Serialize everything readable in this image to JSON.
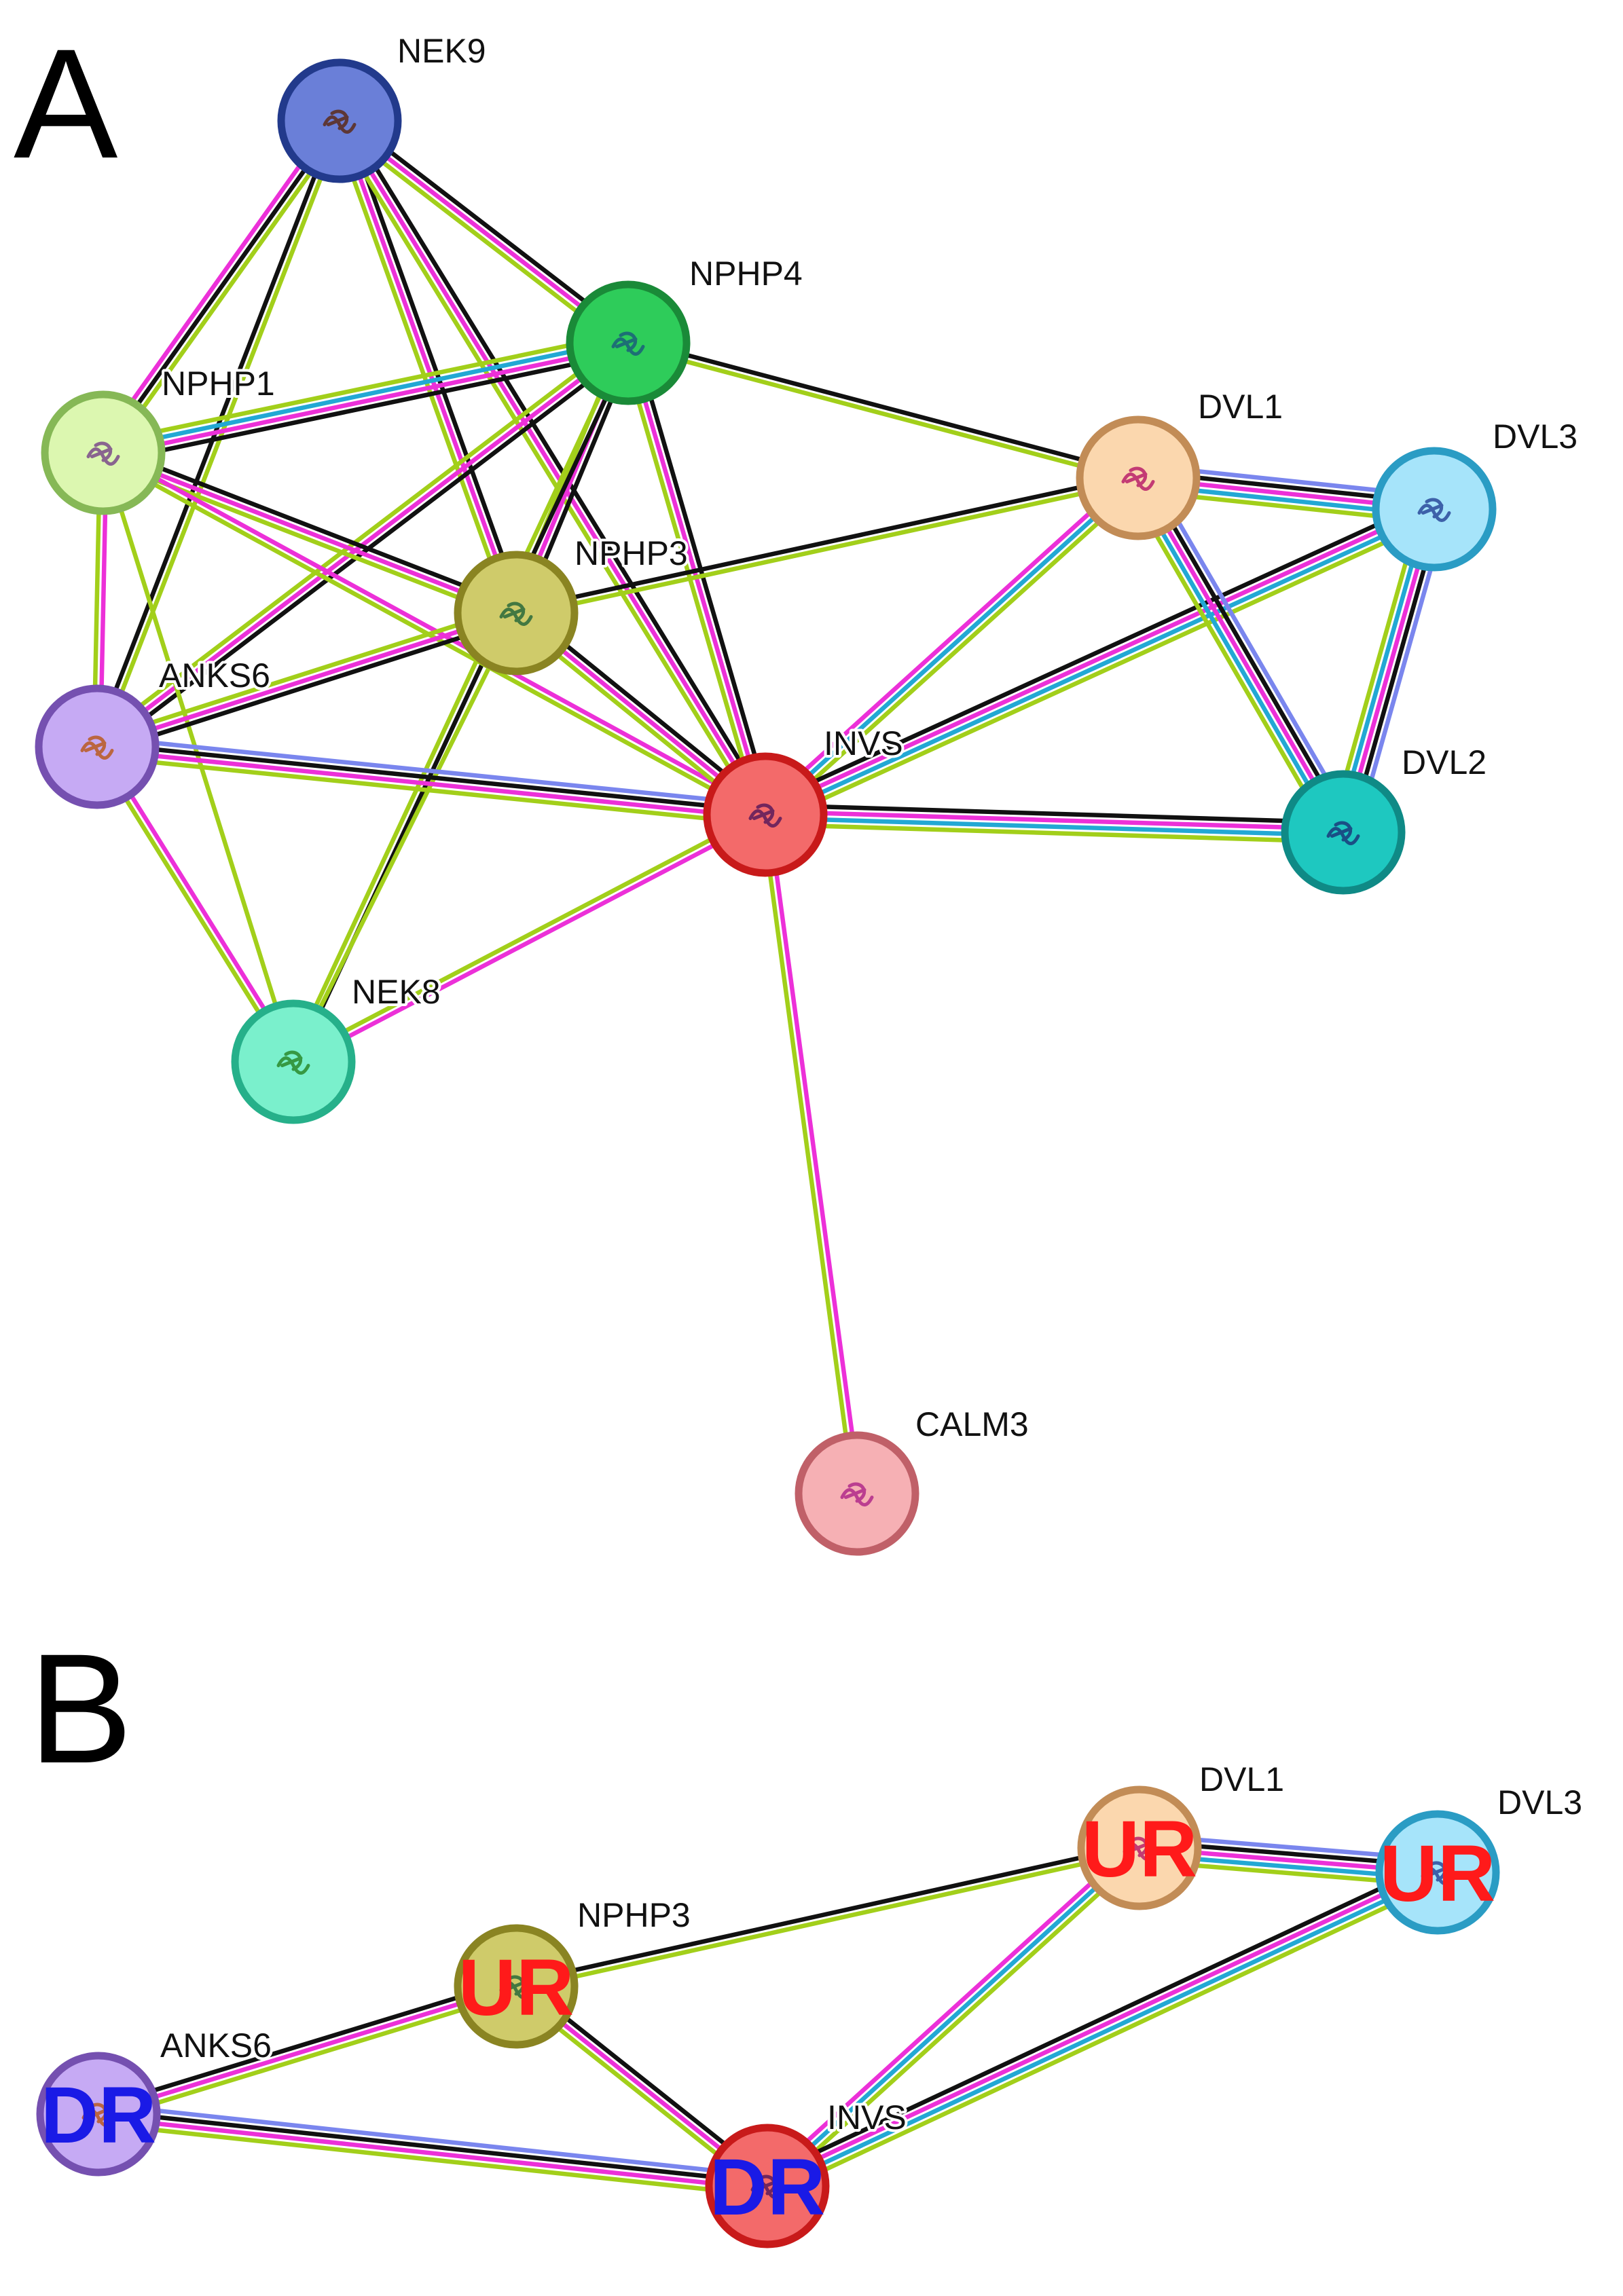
{
  "panels": [
    {
      "id": "A",
      "letter": "A",
      "nodes": [
        {
          "id": "NEK9",
          "label": "NEK9",
          "fill": "#6a7fd8",
          "stroke": "#223a8c",
          "glyph": "#5a2a1a"
        },
        {
          "id": "NPHP4",
          "label": "NPHP4",
          "fill": "#2ecc5a",
          "stroke": "#1a8a38",
          "glyph": "#1a5e7a"
        },
        {
          "id": "NPHP1",
          "label": "NPHP1",
          "fill": "#dcf7b0",
          "stroke": "#86b856",
          "glyph": "#7a4a8a"
        },
        {
          "id": "NPHP3",
          "label": "NPHP3",
          "fill": "#cfcb6a",
          "stroke": "#8a8422",
          "glyph": "#2a6a3a"
        },
        {
          "id": "ANKS6",
          "label": "ANKS6",
          "fill": "#c6aaf4",
          "stroke": "#7550b0",
          "glyph": "#b85a20"
        },
        {
          "id": "INVS",
          "label": "INVS",
          "fill": "#f36a6a",
          "stroke": "#c81a1a",
          "glyph": "#5a1a5a"
        },
        {
          "id": "DVL1",
          "label": "DVL1",
          "fill": "#fbd7ae",
          "stroke": "#c28c56",
          "glyph": "#b8206a"
        },
        {
          "id": "DVL3",
          "label": "DVL3",
          "fill": "#a6e4fa",
          "stroke": "#2a9cc4",
          "glyph": "#2a4a9a"
        },
        {
          "id": "DVL2",
          "label": "DVL2",
          "fill": "#1ec8c0",
          "stroke": "#0f8a86",
          "glyph": "#1a3a7a"
        },
        {
          "id": "NEK8",
          "label": "NEK8",
          "fill": "#7af0cc",
          "stroke": "#26b08a",
          "glyph": "#2a8a2a"
        },
        {
          "id": "CALM3",
          "label": "CALM3",
          "fill": "#f6b0b4",
          "stroke": "#c06068",
          "glyph": "#b02a8a"
        }
      ],
      "edges": [
        {
          "a": "NEK9",
          "b": "NPHP1",
          "types": [
            "green",
            "black",
            "magenta"
          ]
        },
        {
          "a": "NEK9",
          "b": "ANKS6",
          "types": [
            "green",
            "black"
          ]
        },
        {
          "a": "NEK9",
          "b": "NPHP4",
          "types": [
            "black",
            "magenta",
            "green"
          ]
        },
        {
          "a": "NEK9",
          "b": "NPHP3",
          "types": [
            "black",
            "magenta",
            "green"
          ]
        },
        {
          "a": "NEK9",
          "b": "INVS",
          "types": [
            "black",
            "magenta",
            "green"
          ]
        },
        {
          "a": "NPHP4",
          "b": "NPHP1",
          "types": [
            "black",
            "magenta",
            "cyan",
            "green"
          ]
        },
        {
          "a": "NPHP4",
          "b": "NPHP3",
          "types": [
            "black",
            "magenta",
            "green"
          ]
        },
        {
          "a": "NPHP4",
          "b": "ANKS6",
          "types": [
            "black",
            "magenta",
            "green"
          ]
        },
        {
          "a": "NPHP4",
          "b": "INVS",
          "types": [
            "black",
            "magenta",
            "green"
          ]
        },
        {
          "a": "NPHP4",
          "b": "DVL1",
          "types": [
            "black",
            "green"
          ]
        },
        {
          "a": "NPHP4",
          "b": "NEK8",
          "types": [
            "black",
            "green"
          ]
        },
        {
          "a": "NPHP1",
          "b": "NPHP3",
          "types": [
            "black",
            "magenta",
            "green"
          ]
        },
        {
          "a": "NPHP1",
          "b": "ANKS6",
          "types": [
            "magenta",
            "green"
          ]
        },
        {
          "a": "NPHP1",
          "b": "INVS",
          "types": [
            "magenta",
            "green"
          ]
        },
        {
          "a": "NPHP1",
          "b": "NEK8",
          "types": [
            "green"
          ]
        },
        {
          "a": "NPHP3",
          "b": "ANKS6",
          "types": [
            "black",
            "magenta",
            "green"
          ]
        },
        {
          "a": "NPHP3",
          "b": "INVS",
          "types": [
            "black",
            "magenta",
            "green"
          ]
        },
        {
          "a": "NPHP3",
          "b": "NEK8",
          "types": [
            "green"
          ]
        },
        {
          "a": "NPHP3",
          "b": "DVL1",
          "types": [
            "black",
            "green"
          ]
        },
        {
          "a": "ANKS6",
          "b": "INVS",
          "types": [
            "blue",
            "black",
            "magenta",
            "green"
          ]
        },
        {
          "a": "ANKS6",
          "b": "NEK8",
          "types": [
            "magenta",
            "green"
          ]
        },
        {
          "a": "INVS",
          "b": "NEK8",
          "types": [
            "magenta",
            "green"
          ]
        },
        {
          "a": "INVS",
          "b": "DVL1",
          "types": [
            "magenta",
            "cyan",
            "green"
          ]
        },
        {
          "a": "INVS",
          "b": "DVL3",
          "types": [
            "black",
            "magenta",
            "cyan",
            "green"
          ]
        },
        {
          "a": "INVS",
          "b": "DVL2",
          "types": [
            "black",
            "magenta",
            "cyan",
            "green"
          ]
        },
        {
          "a": "INVS",
          "b": "CALM3",
          "types": [
            "magenta",
            "green"
          ]
        },
        {
          "a": "DVL1",
          "b": "DVL3",
          "types": [
            "blue",
            "black",
            "magenta",
            "cyan",
            "green"
          ]
        },
        {
          "a": "DVL1",
          "b": "DVL2",
          "types": [
            "blue",
            "black",
            "magenta",
            "cyan",
            "green"
          ]
        },
        {
          "a": "DVL3",
          "b": "DVL2",
          "types": [
            "blue",
            "black",
            "magenta",
            "cyan",
            "green"
          ]
        }
      ]
    },
    {
      "id": "B",
      "letter": "B",
      "nodes": [
        {
          "id": "ANKS6",
          "label": "ANKS6",
          "fill": "#c6aaf4",
          "stroke": "#7550b0",
          "glyph": "#b85a20",
          "reg": "DR"
        },
        {
          "id": "NPHP3",
          "label": "NPHP3",
          "fill": "#cfcb6a",
          "stroke": "#8a8422",
          "glyph": "#2a6a3a",
          "reg": "UR"
        },
        {
          "id": "INVS",
          "label": "INVS",
          "fill": "#f36a6a",
          "stroke": "#c81a1a",
          "glyph": "#5a1a5a",
          "reg": "DR"
        },
        {
          "id": "DVL1",
          "label": "DVL1",
          "fill": "#fbd7ae",
          "stroke": "#c28c56",
          "glyph": "#b8206a",
          "reg": "UR"
        },
        {
          "id": "DVL3",
          "label": "DVL3",
          "fill": "#a6e4fa",
          "stroke": "#2a9cc4",
          "glyph": "#2a4a9a",
          "reg": "UR"
        }
      ],
      "edges": [
        {
          "a": "ANKS6",
          "b": "NPHP3",
          "types": [
            "black",
            "magenta",
            "green"
          ]
        },
        {
          "a": "ANKS6",
          "b": "INVS",
          "types": [
            "blue",
            "black",
            "magenta",
            "green"
          ]
        },
        {
          "a": "NPHP3",
          "b": "INVS",
          "types": [
            "black",
            "magenta",
            "green"
          ]
        },
        {
          "a": "NPHP3",
          "b": "DVL1",
          "types": [
            "black",
            "green"
          ]
        },
        {
          "a": "INVS",
          "b": "DVL1",
          "types": [
            "magenta",
            "cyan",
            "green"
          ]
        },
        {
          "a": "INVS",
          "b": "DVL3",
          "types": [
            "black",
            "magenta",
            "cyan",
            "green"
          ]
        },
        {
          "a": "DVL1",
          "b": "DVL3",
          "types": [
            "blue",
            "black",
            "magenta",
            "cyan",
            "green"
          ]
        }
      ]
    }
  ],
  "colors": {
    "edge_green": "#a2cf1a",
    "edge_black": "#111111",
    "edge_magenta": "#ec30d8",
    "edge_cyan": "#22a8d4",
    "edge_blue": "#7a86ee",
    "reg_UR": "#ff1a1a",
    "reg_DR": "#1a1ae6"
  }
}
